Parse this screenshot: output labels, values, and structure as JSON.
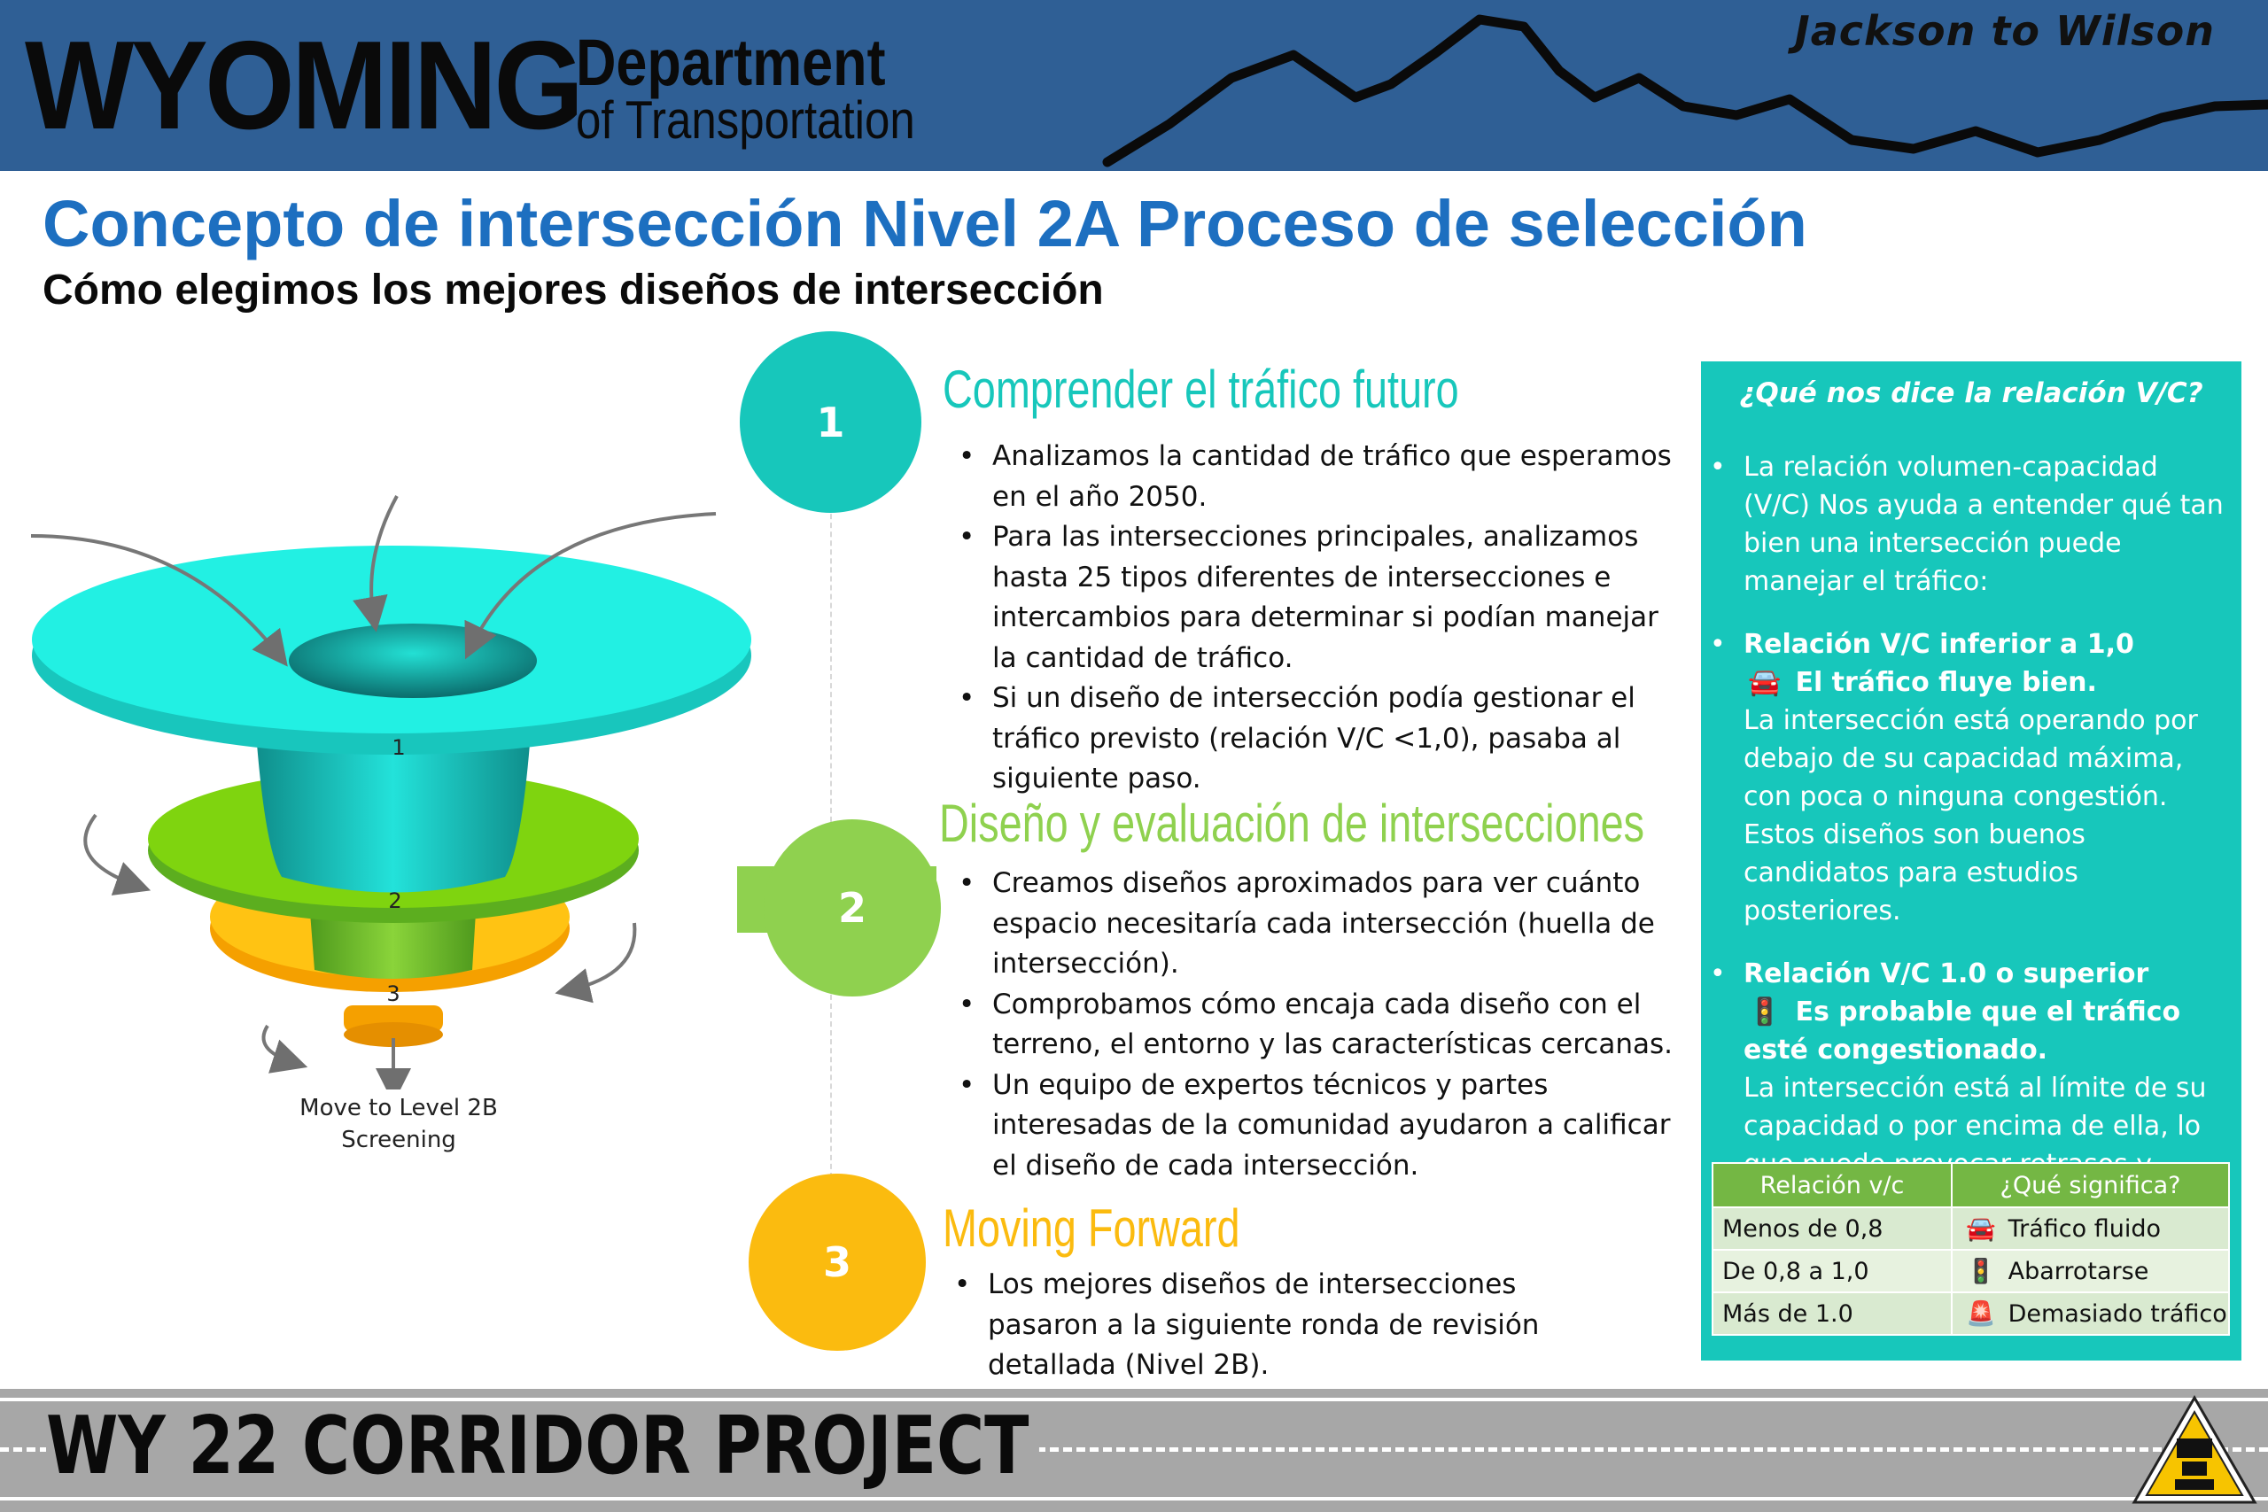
{
  "header": {
    "brand_main": "WYOMING",
    "brand_line1": "Department",
    "brand_line2": "of Transportation",
    "route": "Jackson to Wilson"
  },
  "title": "Concepto de intersección Nivel 2A Proceso de selección",
  "subtitle": "Cómo elegimos los mejores diseños de intersección",
  "funnel": {
    "levels": [
      "1",
      "2",
      "3"
    ],
    "caption_line1": "Move to Level 2B",
    "caption_line2": "Screening"
  },
  "steps": [
    {
      "number": "1",
      "heading": "Comprender el tráfico futuro",
      "bullets": [
        "Analizamos la cantidad de tráfico que esperamos en el año 2050.",
        "Para las intersecciones principales, analizamos hasta 25 tipos diferentes de intersecciones e intercambios para determinar si podían manejar la cantidad de tráfico.",
        "Si un diseño de intersección podía gestionar el tráfico previsto (relación V/C <1,0), pasaba al siguiente paso."
      ]
    },
    {
      "number": "2",
      "heading": "Diseño y evaluación de intersecciones",
      "bullets": [
        "Creamos diseños aproximados para ver cuánto espacio necesitaría cada intersección (huella de intersección).",
        "Comprobamos cómo encaja cada diseño con el terreno, el entorno y las características cercanas.",
        "Un equipo de expertos técnicos y partes interesadas de la comunidad ayudaron a calificar el diseño de cada intersección."
      ]
    },
    {
      "number": "3",
      "heading": "Moving Forward",
      "bullets": [
        "Los mejores diseños de intersecciones pasaron a la siguiente ronda de revisión detallada (Nivel 2B)."
      ]
    }
  ],
  "panel": {
    "question": "¿Qué nos dice la relación V/C?",
    "intro": "La relación volumen-capacidad (V/C) Nos ayuda a entender qué tan bien una intersección puede manejar el tráfico:",
    "low_title": "Relación V/C inferior a 1,0",
    "low_emoji": "🚘",
    "low_bold": "El tráfico fluye bien.",
    "low_text": "La intersección está operando por debajo de su capacidad máxima, con poca o ninguna congestión. Estos diseños son buenos candidatos para estudios posteriores.",
    "high_title": "Relación V/C 1.0 o superior",
    "high_emoji": "🚦",
    "high_bold": "Es probable que el tráfico esté congestionado.",
    "high_text": "La intersección está al límite de su capacidad o por encima de ella, lo que puede provocar retrasos y atascos.",
    "table": {
      "headers": [
        "Relación v/c",
        "¿Qué significa?"
      ],
      "rows": [
        {
          "ratio": "Menos de 0,8",
          "icon": "🚘",
          "meaning": "Tráfico fluido"
        },
        {
          "ratio": "De 0,8 a 1,0",
          "icon": "🚦",
          "meaning": "Abarrotarse"
        },
        {
          "ratio": "Más de 1.0",
          "icon": "🚨",
          "meaning": "Demasiado tráfico"
        }
      ]
    }
  },
  "footer": {
    "title": "WY 22 CORRIDOR PROJECT"
  },
  "colors": {
    "header_blue": "#2f5f95",
    "title_blue": "#1d6fc0",
    "teal": "#17c7bb",
    "green": "#8fd14f",
    "yellow": "#fbbb0f",
    "table_header_green": "#74b744",
    "footer_gray": "#a7a7a7"
  }
}
